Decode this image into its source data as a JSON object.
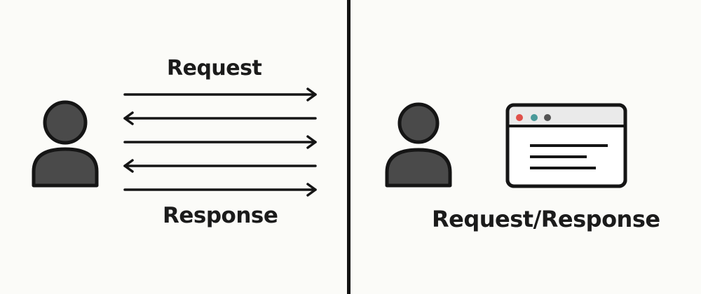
{
  "left_panel": {
    "request_label": "Request",
    "response_label": "Response",
    "exchanges": [
      {
        "direction": "to-server"
      },
      {
        "direction": "to-client"
      },
      {
        "direction": "to-server"
      },
      {
        "direction": "to-client"
      },
      {
        "direction": "to-server"
      }
    ]
  },
  "right_panel": {
    "label": "Request/Response",
    "window_dots": [
      "#e0504a",
      "#4a9a9a",
      "#555555"
    ]
  },
  "icons": {
    "user": "user-icon",
    "browser": "browser-window-icon"
  },
  "colors": {
    "ink": "#171717",
    "fill": "#4a4a4a",
    "background": "#fbfbf8"
  }
}
